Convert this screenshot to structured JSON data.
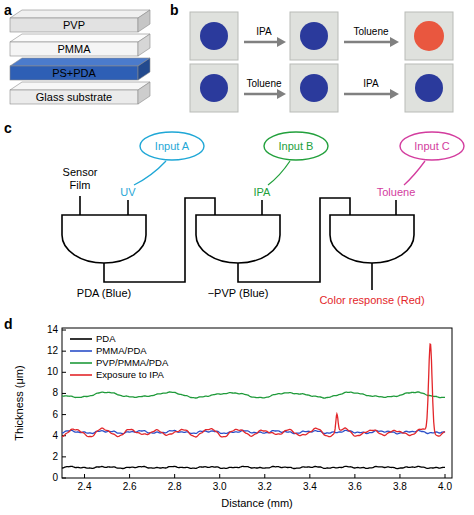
{
  "diagram": {
    "nodes": [
      {
        "text": [
          "PVP"
        ]
      },
      {
        "text": [
          "PMMA"
        ]
      },
      {
        "text": [
          "PS+PDA"
        ]
      },
      {
        "text": [
          "Glass substrate"
        ]
      },
      {
        "text": [
          "Input A"
        ]
      },
      {
        "text": [
          "Input B"
        ]
      },
      {
        "text": [
          "Input C"
        ]
      }
    ],
    "labels": [
      "a",
      "b",
      "IPA",
      "Toluene",
      "Toluene",
      "IPA",
      "c",
      "Sensor Film",
      "UV",
      "IPA",
      "Toluene",
      "PDA (Blue)",
      "−PVP (Blue)",
      "Color response (Red)",
      "d",
      "0",
      "2",
      "4",
      "6",
      "8",
      "10",
      "12",
      "14",
      "2.4",
      "2.6",
      "2.8",
      "3.0",
      "3.2",
      "3.4",
      "3.6",
      "3.8",
      "4.0",
      "Thickness (μm)",
      "Distance (mm)"
    ],
    "legend": [
      {
        "text": "PDA",
        "color": "#000000"
      },
      {
        "text": "PMMA/PDA",
        "color": "#2a4fc8"
      },
      {
        "text": "PVP/PMMA/PDA",
        "color": "#1f9a3a"
      },
      {
        "text": "Exposure to IPA",
        "color": "#e3262a"
      }
    ]
  }
}
